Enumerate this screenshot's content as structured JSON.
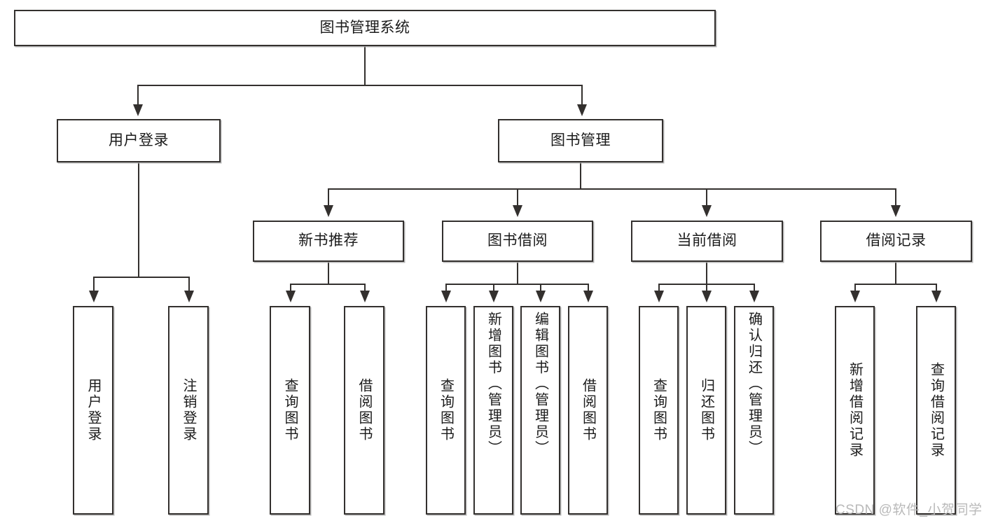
{
  "diagram": {
    "title_node": {
      "label": "图书管理系统"
    },
    "level2": [
      {
        "id": "user-login",
        "label": "用户登录"
      },
      {
        "id": "book-management",
        "label": "图书管理"
      }
    ],
    "level3": [
      {
        "id": "new-book-recommend",
        "label": "新书推荐"
      },
      {
        "id": "book-borrow",
        "label": "图书借阅"
      },
      {
        "id": "current-borrow",
        "label": "当前借阅"
      },
      {
        "id": "borrow-record",
        "label": "借阅记录"
      }
    ],
    "leaves": {
      "user_login": [
        {
          "id": "leaf-user-login",
          "label": "用户登录"
        },
        {
          "id": "leaf-logout-login",
          "label": "注销登录"
        }
      ],
      "new_book_recommend": [
        {
          "id": "leaf-query-book-1",
          "label": "查询图书"
        },
        {
          "id": "leaf-borrow-book-1",
          "label": "借阅图书"
        }
      ],
      "book_borrow": [
        {
          "id": "leaf-query-book-2",
          "label": "查询图书"
        },
        {
          "id": "leaf-add-book",
          "label": "新增图书（管理员）"
        },
        {
          "id": "leaf-edit-book",
          "label": "编辑图书（管理员）"
        },
        {
          "id": "leaf-borrow-book-2",
          "label": "借阅图书"
        }
      ],
      "current_borrow": [
        {
          "id": "leaf-query-book-3",
          "label": "查询图书"
        },
        {
          "id": "leaf-return-book",
          "label": "归还图书"
        },
        {
          "id": "leaf-confirm-return",
          "label": "确认归还（管理员）"
        }
      ],
      "borrow_record": [
        {
          "id": "leaf-add-record",
          "label": "新增借阅记录"
        },
        {
          "id": "leaf-query-record",
          "label": "查询借阅记录"
        }
      ]
    }
  },
  "watermark": {
    "text": "CSDN @软件_小贺同学"
  },
  "colors": {
    "stroke": "#33302e",
    "text": "#1b1b1b",
    "background": "#ffffff",
    "watermark": "#b9b9b9"
  }
}
